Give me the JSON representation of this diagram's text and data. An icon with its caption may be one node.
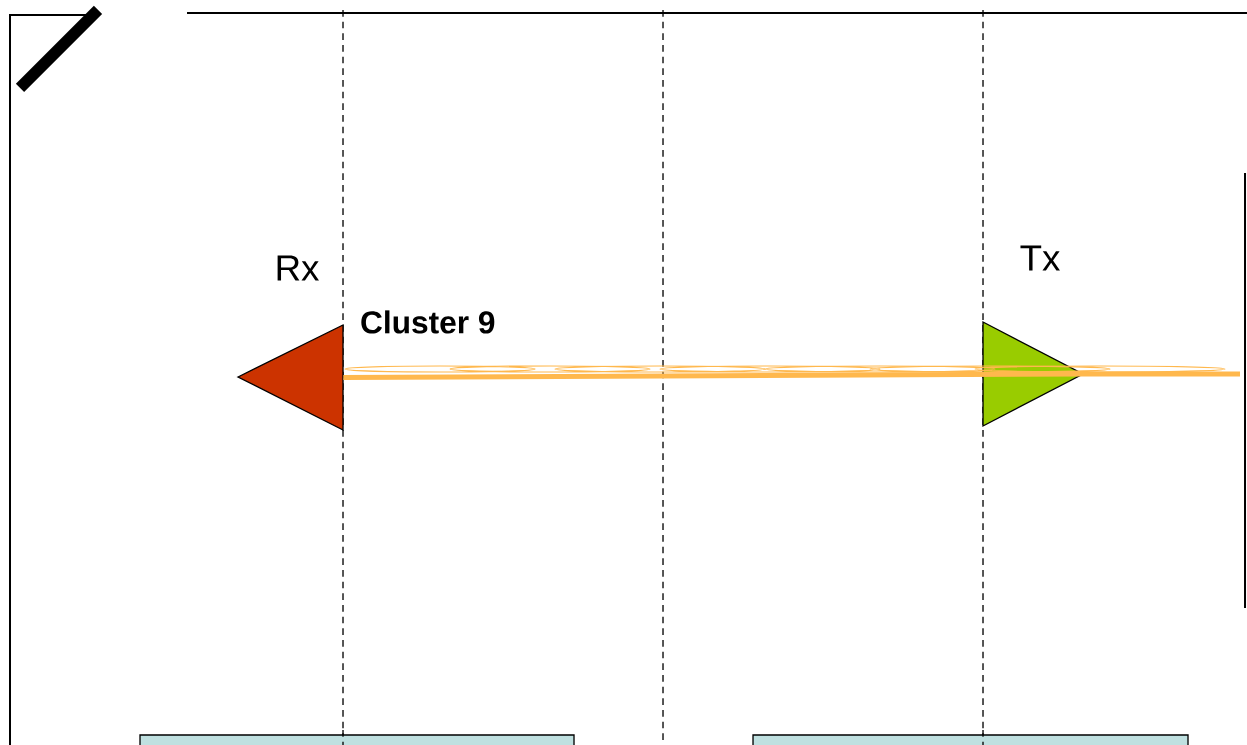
{
  "diagram": {
    "nodes": [
      {
        "text": [
          "Rx"
        ]
      },
      {
        "text": [
          "Tx"
        ]
      },
      {
        "text": [],
        "shape": "box"
      },
      {
        "text": [],
        "shape": "box"
      }
    ],
    "edges": [
      {
        "from": 1,
        "to": 0,
        "arrow": "none",
        "color": "#ffb84d"
      }
    ],
    "labels": [
      "Cluster 9"
    ]
  }
}
